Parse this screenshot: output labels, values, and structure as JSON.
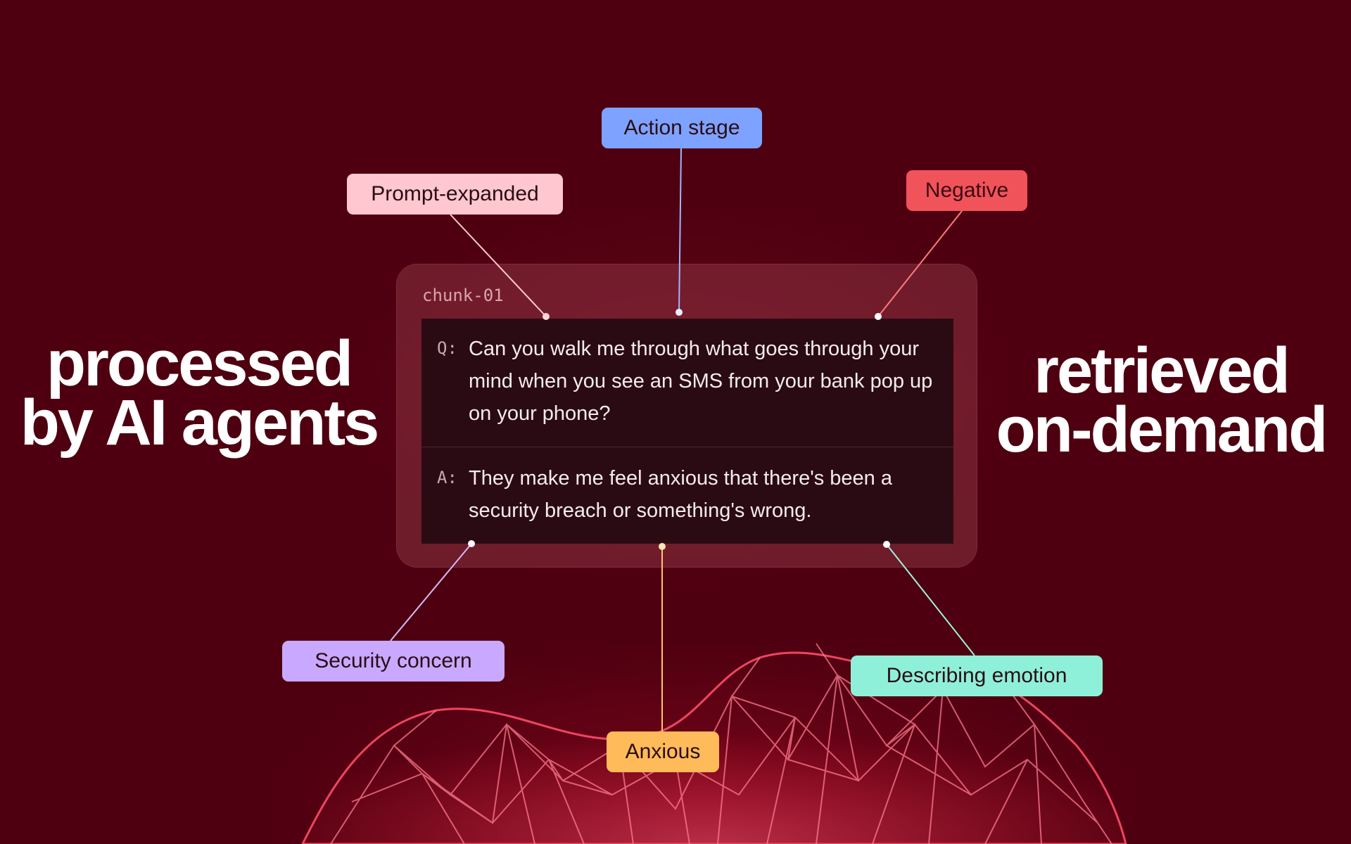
{
  "headline_left": {
    "line1": "processed",
    "line2": "by AI agents"
  },
  "headline_right": {
    "line1": "retrieved",
    "line2": "on-demand"
  },
  "card": {
    "label": "chunk-01",
    "question_prefix": "Q:",
    "question": "Can you walk me through what goes through your mind when you see an SMS from your bank pop up on your phone?",
    "answer_prefix": "A:",
    "answer": "They make me feel anxious that there's been a security breach or something's wrong."
  },
  "tags": {
    "action_stage": "Action stage",
    "prompt_expanded": "Prompt-expanded",
    "negative": "Negative",
    "security_concern": "Security concern",
    "describing_emotion": "Describing emotion",
    "anxious": "Anxious"
  },
  "colors": {
    "background": "#4e0010",
    "action_stage": "#7ea2ff",
    "prompt_expanded": "#ffc7cf",
    "negative": "#f0535a",
    "security_concern": "#c9a8ff",
    "describing_emotion": "#8ff0d9",
    "anxious": "#ffba5a",
    "mesh": "#ff4d6a"
  }
}
